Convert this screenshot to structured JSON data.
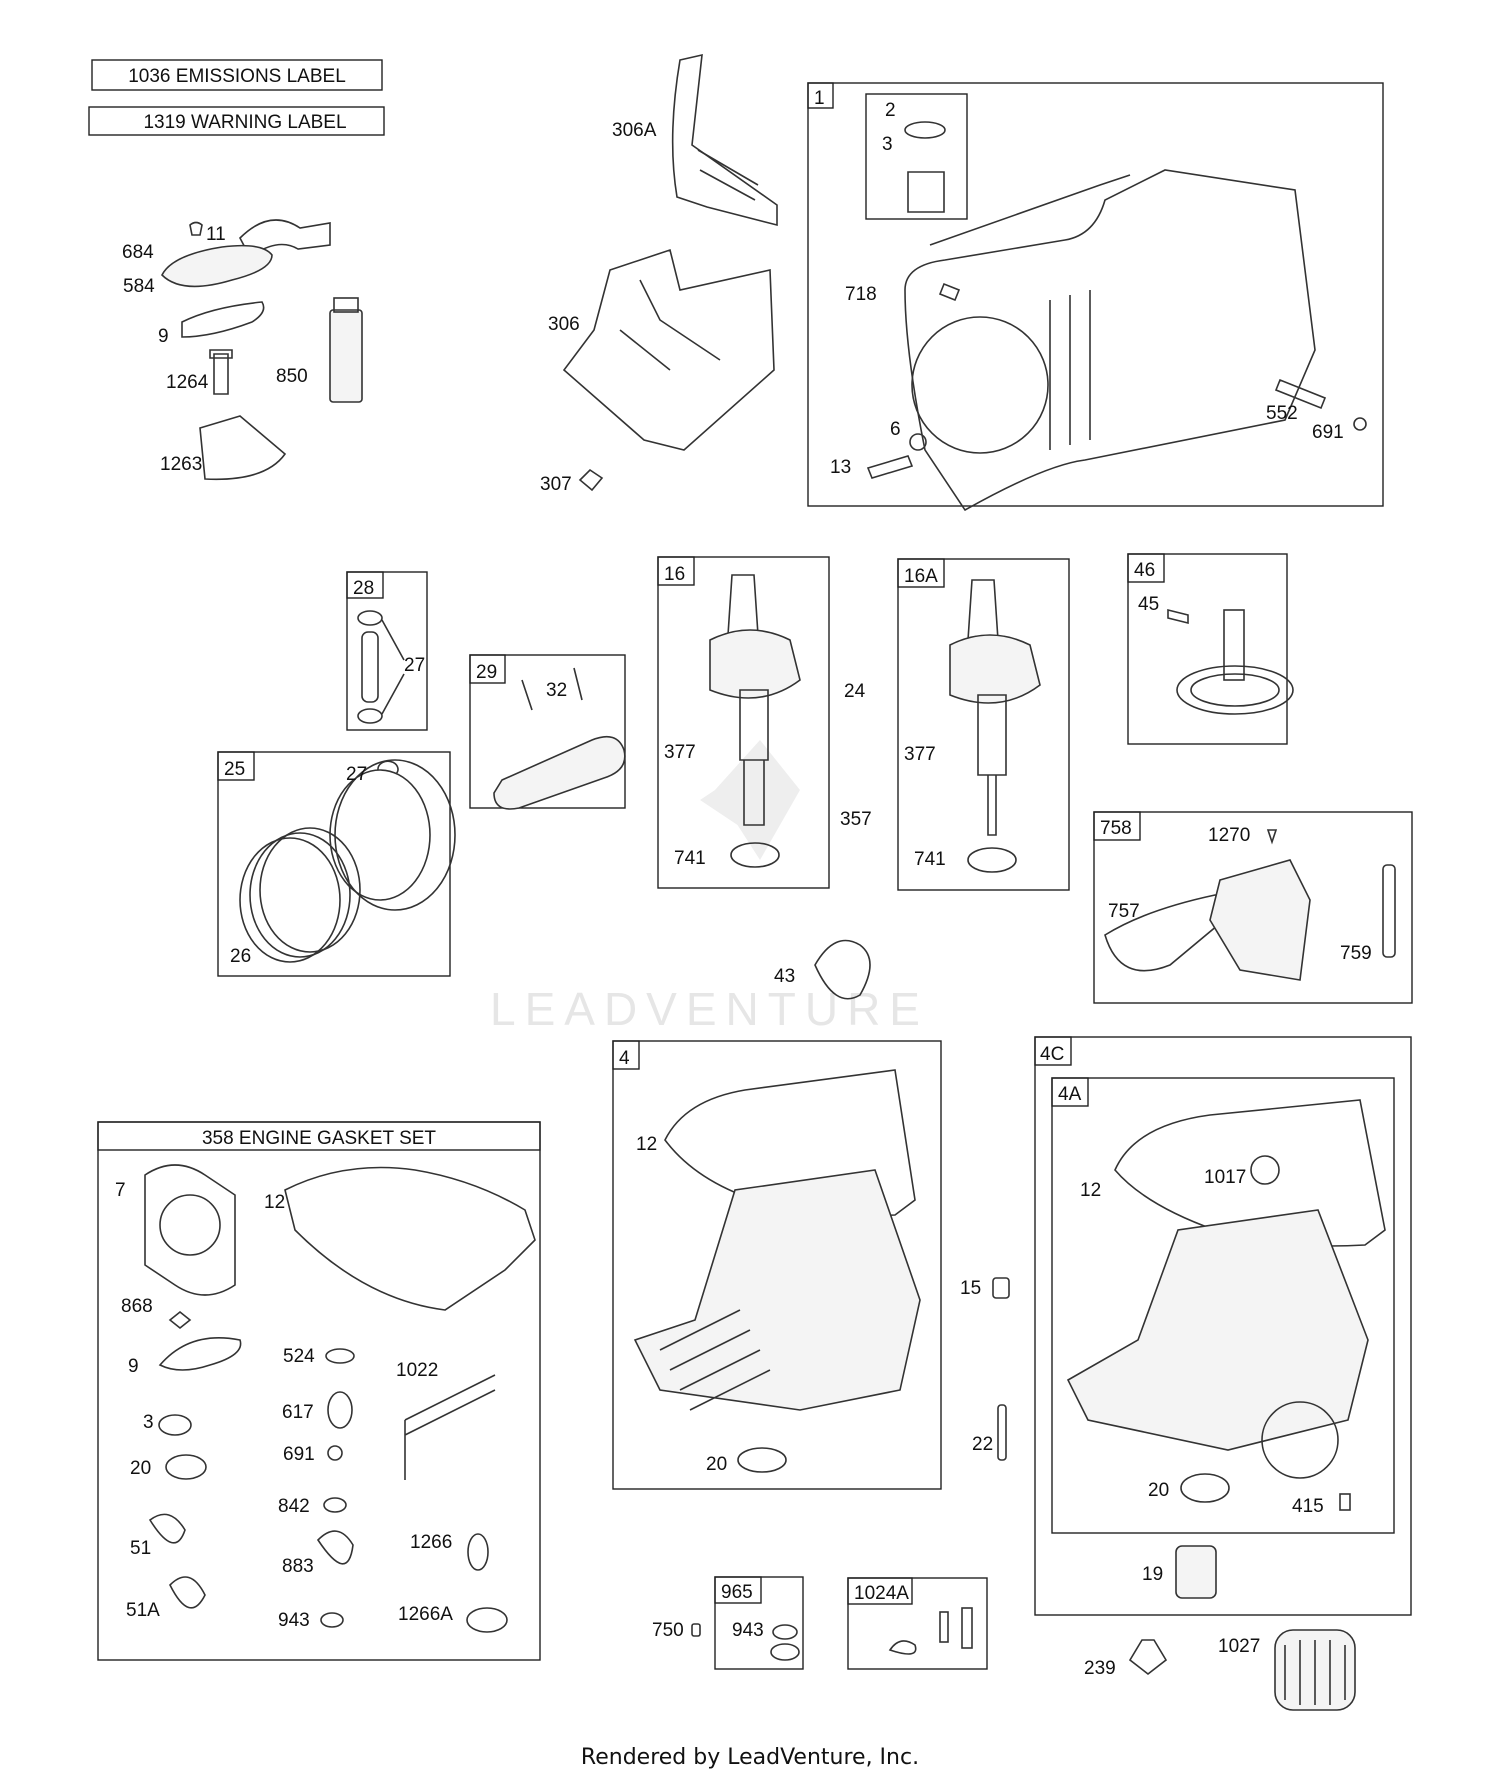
{
  "labels": {
    "emissions": "1036 EMISSIONS LABEL",
    "warning": "1319 WARNING LABEL",
    "gasket_set": "358 ENGINE GASKET SET"
  },
  "watermark": "LEADVENTURE",
  "footer": "Rendered by LeadVenture, Inc.",
  "groups": {
    "g1": "1",
    "g16": "16",
    "g16a": "16A",
    "g46": "46",
    "g28": "28",
    "g29": "29",
    "g25": "25",
    "g758": "758",
    "g4": "4",
    "g4c": "4C",
    "g4a": "4A",
    "g965": "965",
    "g1024a": "1024A"
  },
  "callouts": {
    "c684": "684",
    "c11": "11",
    "c584": "584",
    "c9": "9",
    "c1264": "1264",
    "c850": "850",
    "c1263": "1263",
    "c306a": "306A",
    "c306": "306",
    "c307": "307",
    "c2": "2",
    "c3": "3",
    "c718": "718",
    "c6": "6",
    "c13": "13",
    "c552": "552",
    "c691": "691",
    "c27a": "27",
    "c32": "32",
    "c27b": "27",
    "c26": "26",
    "c377a": "377",
    "c741a": "741",
    "c24": "24",
    "c357": "357",
    "c377b": "377",
    "c741b": "741",
    "c45": "45",
    "c1270": "1270",
    "c757": "757",
    "c759": "759",
    "c43": "43",
    "c12a": "12",
    "c20a": "20",
    "c15": "15",
    "c22": "22",
    "c12b": "12",
    "c1017": "1017",
    "c20b": "20",
    "c415": "415",
    "c19": "19",
    "c239": "239",
    "c1027": "1027",
    "c750": "750",
    "c943a": "943",
    "g7": "7",
    "g12": "12",
    "g868": "868",
    "g9": "9",
    "g524": "524",
    "g1022": "1022",
    "g3": "3",
    "g617": "617",
    "g20": "20",
    "g691": "691",
    "g842": "842",
    "g51": "51",
    "g1266": "1266",
    "g883": "883",
    "g51a": "51A",
    "g943": "943",
    "g1266a": "1266A"
  },
  "colors": {
    "line": "#333333",
    "text": "#111111",
    "watermark": "#e6e6e6"
  }
}
